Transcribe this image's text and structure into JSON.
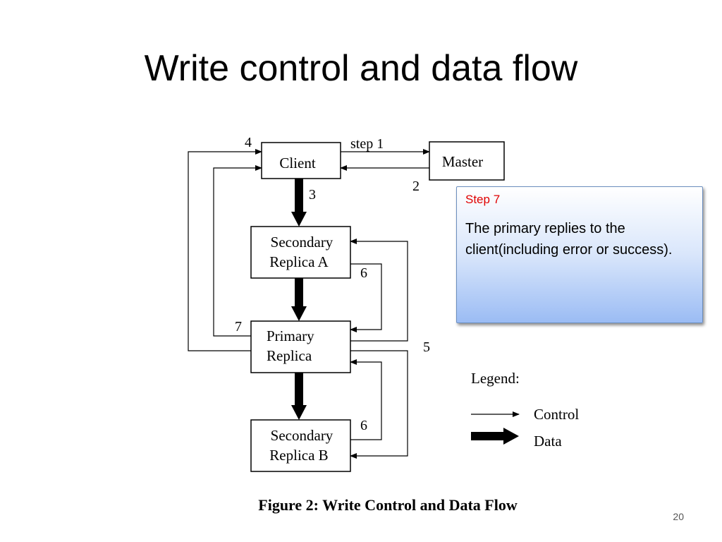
{
  "slide": {
    "title": "Write control and data flow",
    "page_number": "20"
  },
  "diagram": {
    "nodes": {
      "client": "Client",
      "master": "Master",
      "secondary_a": [
        "Secondary",
        "Replica A"
      ],
      "primary": [
        "Primary",
        "Replica"
      ],
      "secondary_b": [
        "Secondary",
        "Replica B"
      ]
    },
    "labels": {
      "step1": "step 1",
      "step2": "2",
      "step3": "3",
      "step4": "4",
      "step5": "5",
      "step6_a": "6",
      "step6_b": "6",
      "step7": "7"
    },
    "legend": {
      "title": "Legend:",
      "control": "Control",
      "data": "Data"
    },
    "caption": "Figure 2:  Write Control and Data Flow"
  },
  "callout": {
    "title": "Step 7",
    "body": "The primary replies to the client(including error or success)."
  }
}
